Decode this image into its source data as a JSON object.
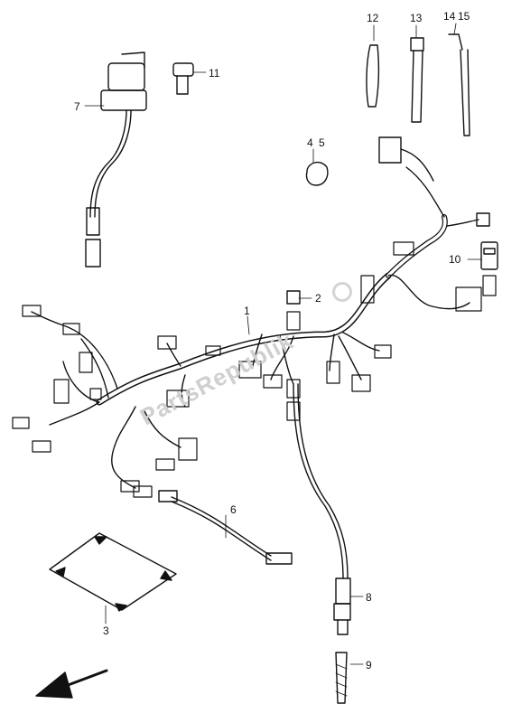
{
  "watermark": "PartsRepublik",
  "callouts": {
    "c1": "1",
    "c2": "2",
    "c3": "3",
    "c4": "4",
    "c5": "5",
    "c6": "6",
    "c7": "7",
    "c8": "8",
    "c9": "9",
    "c10": "10",
    "c11": "11",
    "c12": "12",
    "c13": "13",
    "c14": "14",
    "c15": "15"
  },
  "colors": {
    "line": "#111111",
    "watermark": "#cfcfcf"
  }
}
